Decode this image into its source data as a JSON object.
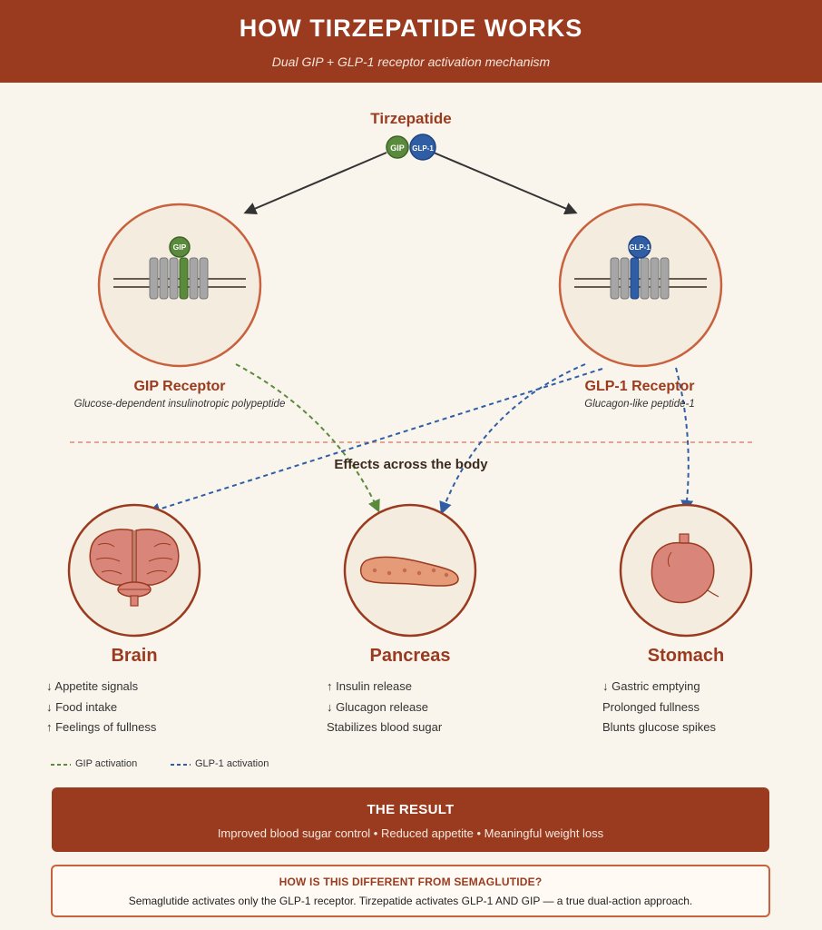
{
  "header": {
    "title": "HOW TIRZEPATIDE WORKS",
    "subtitle": "Dual GIP + GLP-1 receptor activation mechanism"
  },
  "drug": {
    "name": "Tirzepatide",
    "gip_badge": "GIP",
    "glp1_badge": "GLP-1"
  },
  "receptors": {
    "gip": {
      "name": "GIP Receptor",
      "description": "Glucose-dependent insulinotropic polypeptide",
      "ligand": "GIP"
    },
    "glp1": {
      "name": "GLP-1 Receptor",
      "description": "Glucagon-like peptide-1",
      "ligand": "GLP-1"
    }
  },
  "effects_title": "Effects across the body",
  "organs": {
    "brain": {
      "name": "Brain",
      "effects": [
        "↓ Appetite signals",
        "↓ Food intake",
        "↑ Feelings of fullness"
      ]
    },
    "pancreas": {
      "name": "Pancreas",
      "effects": [
        "↑ Insulin release",
        "↓ Glucagon release",
        "Stabilizes blood sugar"
      ]
    },
    "stomach": {
      "name": "Stomach",
      "effects": [
        "↓ Gastric emptying",
        "Prolonged fullness",
        "Blunts glucose spikes"
      ]
    }
  },
  "legend": {
    "gip": "GIP activation",
    "glp1": "GLP-1 activation"
  },
  "result": {
    "title": "THE RESULT",
    "text": "Improved blood sugar control • Reduced appetite • Meaningful weight loss"
  },
  "comparison": {
    "title": "HOW IS THIS DIFFERENT FROM SEMAGLUTIDE?",
    "text": "Semaglutide activates only the GLP-1 receptor. Tirzepatide activates GLP-1 AND GIP — a true dual-action approach."
  },
  "colors": {
    "brand": "#9a3b1f",
    "circle_border": "#c8623e",
    "gip": "#5a8a3c",
    "glp1": "#2f5ea4",
    "organ_fill": "#d9857a"
  },
  "icons": {
    "brain": "brain-icon",
    "pancreas": "pancreas-icon",
    "stomach": "stomach-icon",
    "gip_receptor": "gip-receptor-icon",
    "glp1_receptor": "glp1-receptor-icon"
  }
}
